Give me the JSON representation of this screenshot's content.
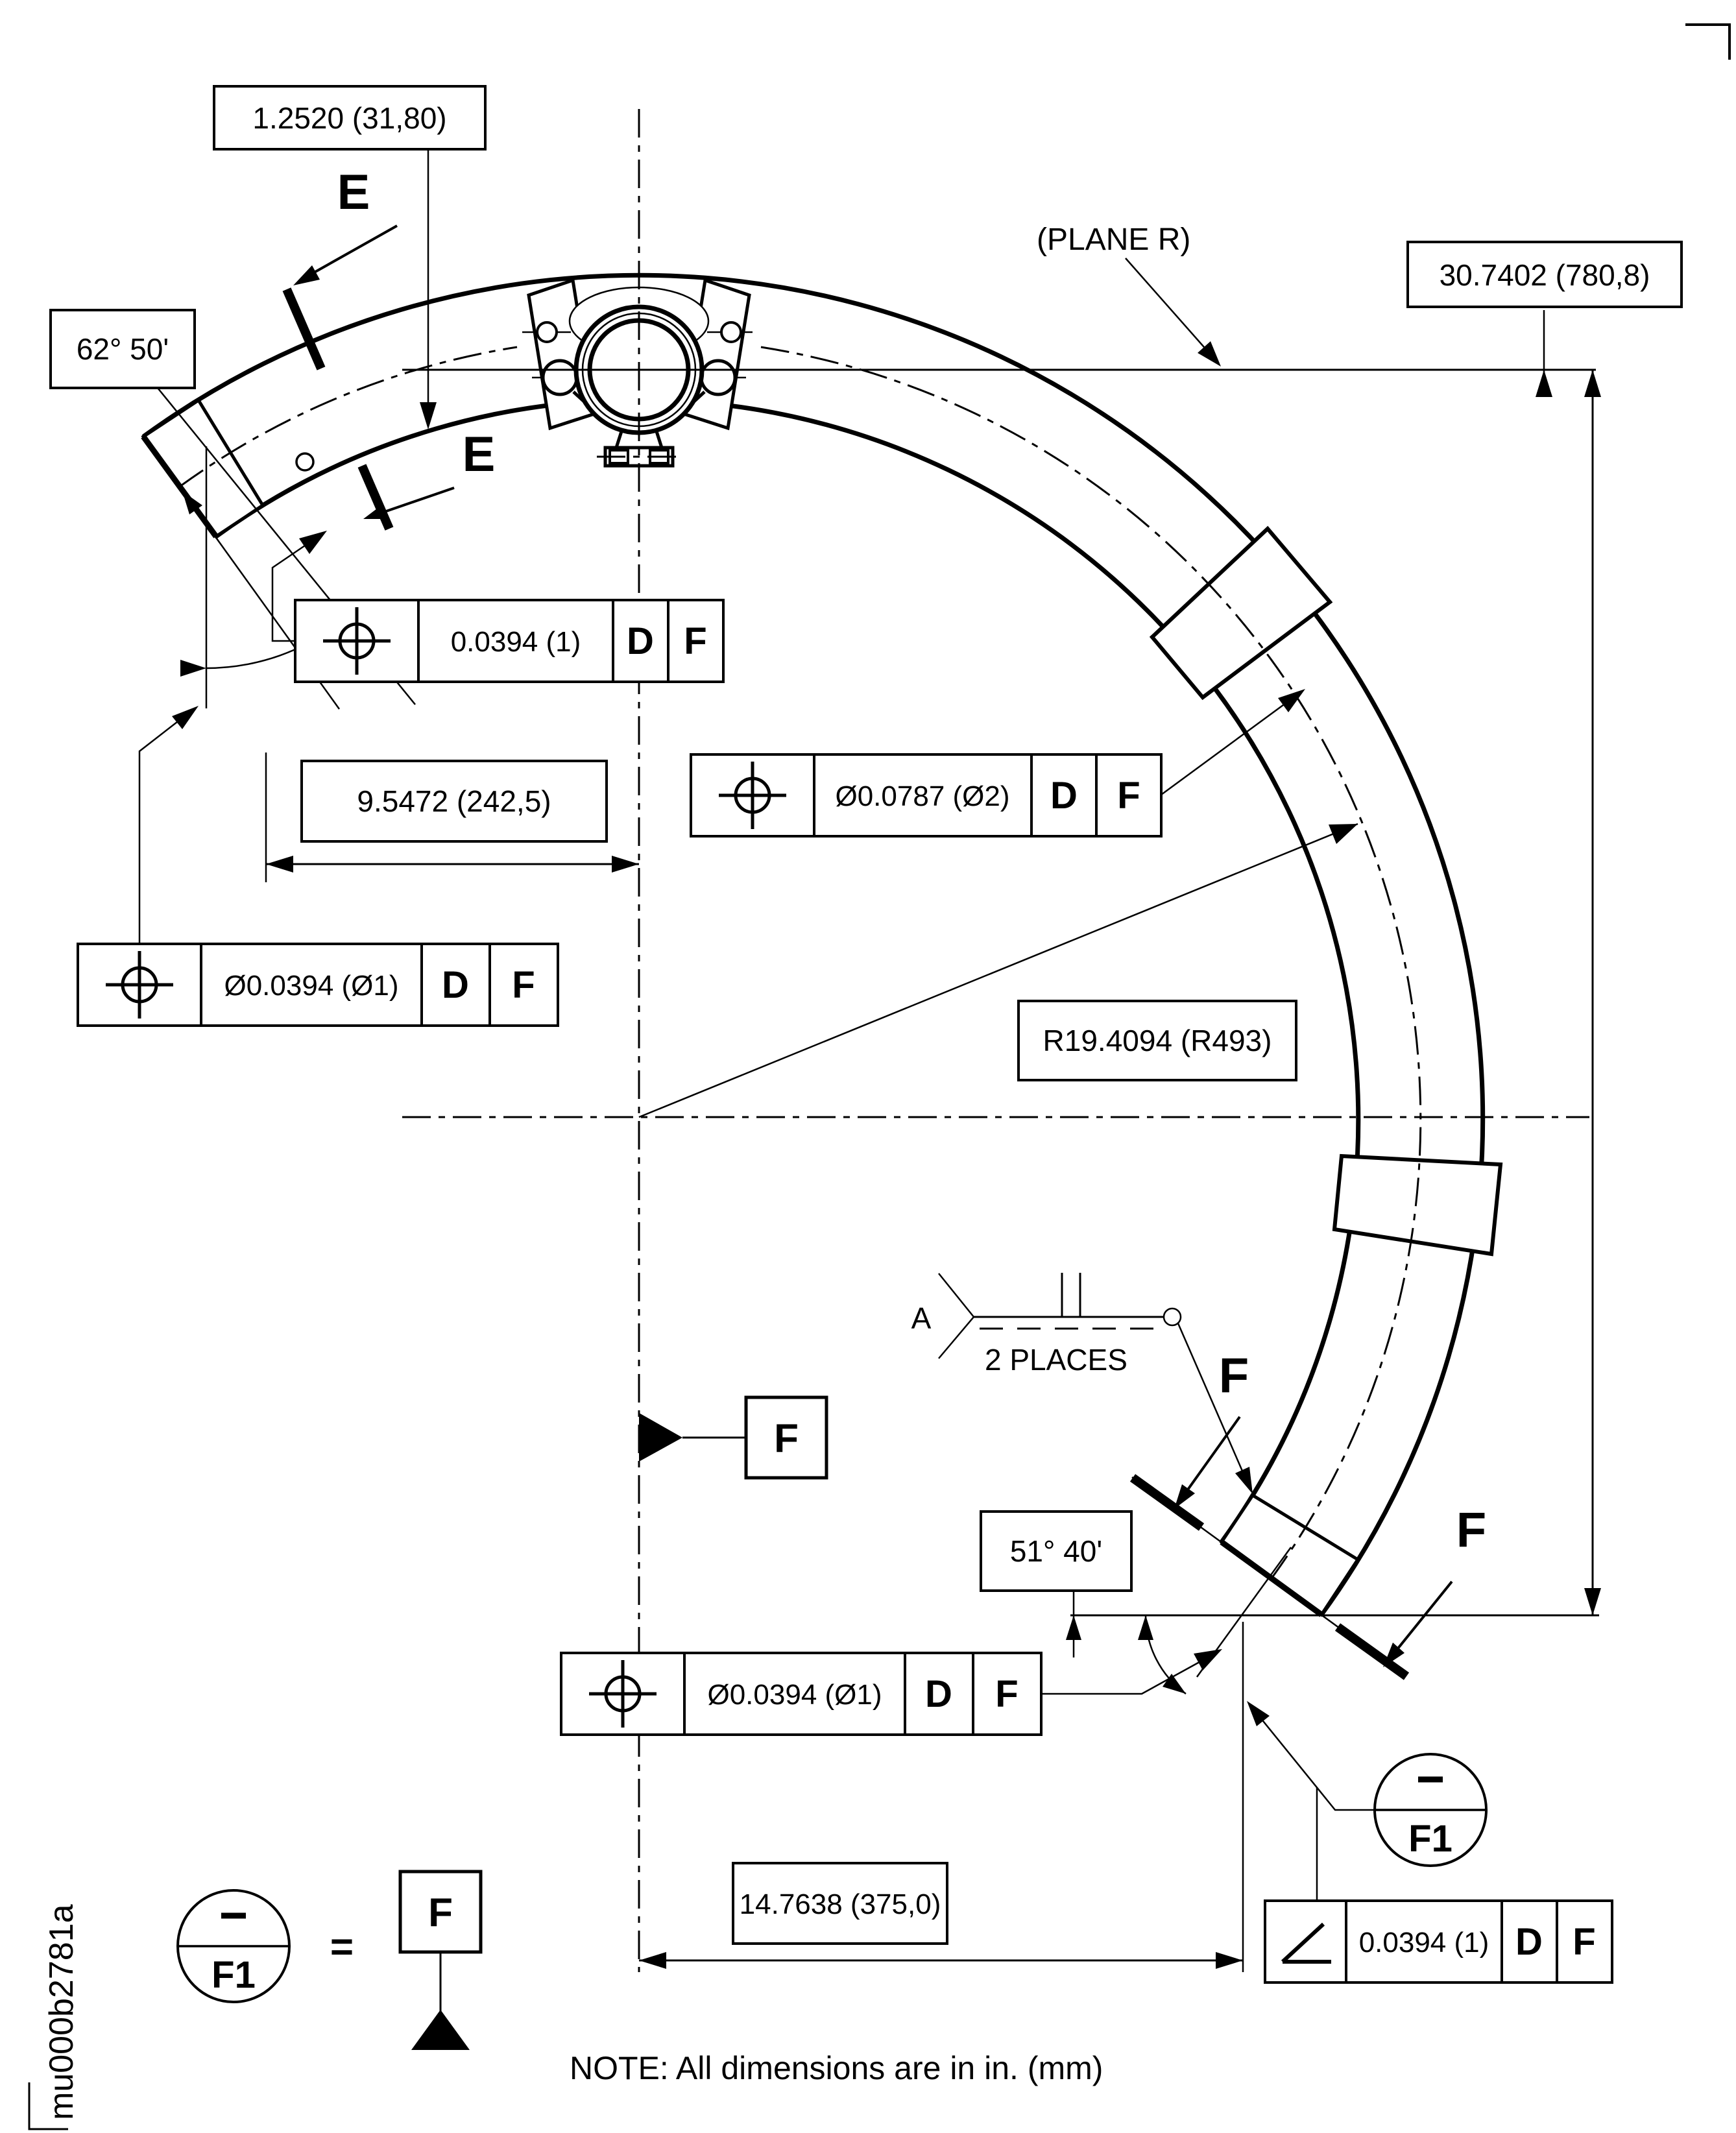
{
  "note": "NOTE: All dimensions are in in. (mm)",
  "doc_id": "mu000b2781a",
  "labels": {
    "plane_r": "(PLANE R)",
    "section_e": "E",
    "section_f": "F",
    "weld_tail_letter": "A",
    "weld_places": "2 PLACES",
    "datum_letter": "F",
    "datum_target_dash": "-",
    "datum_target_id": "F1",
    "equals_sign": "="
  },
  "dims": {
    "wall_offset": "1.2520 (31,80)",
    "overall_height": "30.7402 (780,8)",
    "center_offset": "9.5472 (242,5)",
    "bend_radius": "R19.4094 (R493)",
    "base_width": "14.7638 (375,0)",
    "top_angle": "62° 50'",
    "bottom_angle": "51° 40'"
  },
  "fcf": [
    {
      "symbol": "position",
      "value": "0.0394 (1)",
      "d1": "D",
      "d2": "F"
    },
    {
      "symbol": "position",
      "value": "Ø0.0787 (Ø2)",
      "d1": "D",
      "d2": "F"
    },
    {
      "symbol": "position",
      "value": "Ø0.0394 (Ø1)",
      "d1": "D",
      "d2": "F"
    },
    {
      "symbol": "position",
      "value": "Ø0.0394 (Ø1)",
      "d1": "D",
      "d2": "F"
    },
    {
      "symbol": "angularity",
      "value": "0.0394 (1)",
      "d1": "D",
      "d2": "F"
    }
  ]
}
